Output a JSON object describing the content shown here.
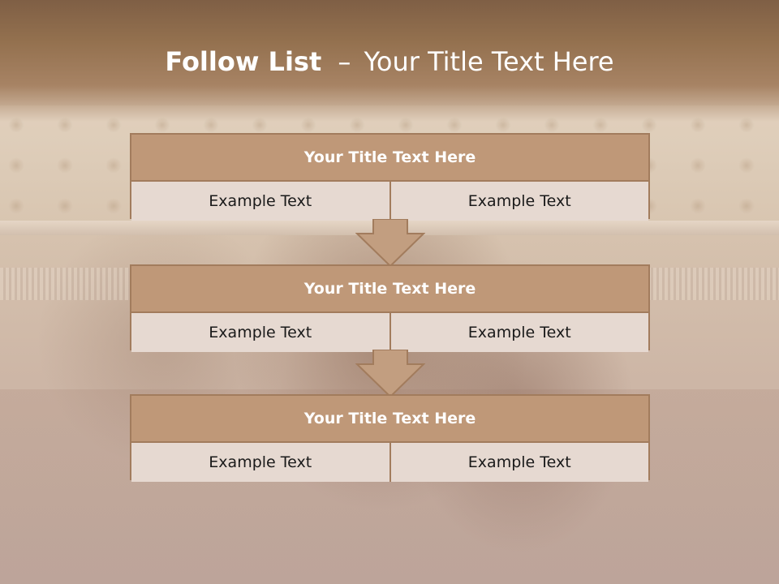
{
  "slide": {
    "title_bold": "Follow List",
    "title_separator": "–",
    "title_rest": "Your Title Text Here"
  },
  "blocks": [
    {
      "heading": "Your Title Text Here",
      "left": "Example Text",
      "right": "Example Text"
    },
    {
      "heading": "Your Title Text Here",
      "left": "Example Text",
      "right": "Example Text"
    },
    {
      "heading": "Your Title Text Here",
      "left": "Example Text",
      "right": "Example Text"
    }
  ],
  "colors": {
    "title_band": "#94714f",
    "block_header": "#bf9878",
    "block_border": "#a27c5d",
    "cell_background": "#e6d9d1",
    "arrow_fill": "#c29e80"
  }
}
